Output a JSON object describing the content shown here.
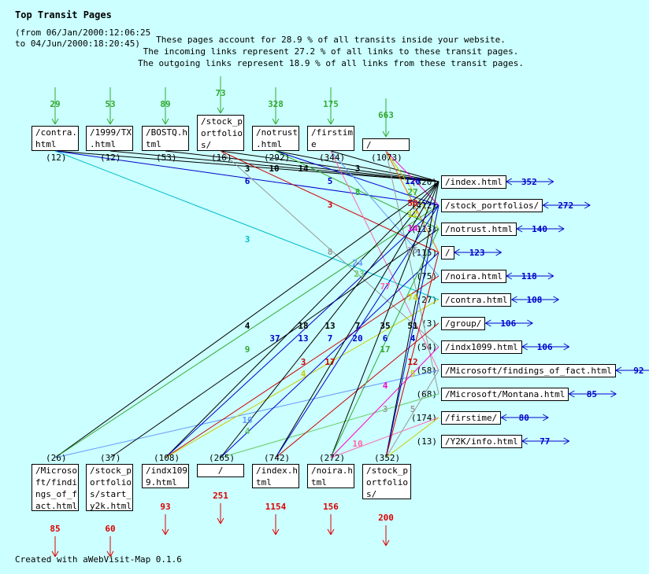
{
  "header": {
    "title": "Top Transit Pages",
    "range_line1": "(from 06/Jan/2000:12:06:25",
    "range_line2": "to 04/Jun/2000:18:20:45)",
    "summary_line1": "These pages account for 28.9 % of all transits inside your website.",
    "summary_line2": "The incoming links represent 27.2 % of all links to these transit pages.",
    "summary_line3": "The outgoing links represent 18.9 % of all links from these transit pages."
  },
  "footer": {
    "credit": "Created with aWebVisit-Map 0.1.6"
  },
  "colors": {
    "background": "#ccffff",
    "in_arrow": "#33aa33",
    "out_arrow": "#dd0000",
    "right_arrow": "#0000cc"
  },
  "top_nodes": [
    {
      "label": "/contra.\nhtml",
      "count": "(12)",
      "in": "29"
    },
    {
      "label": "/1999/TX\n.html",
      "count": "(12)",
      "in": "53"
    },
    {
      "label": "/BOSTQ.h\ntml",
      "count": "(53)",
      "in": "89"
    },
    {
      "label": "/stock_p\nortfolio\ns/",
      "count": "(16)",
      "in": "73"
    },
    {
      "label": "/notrust\n.html",
      "count": "(292)",
      "in": "328"
    },
    {
      "label": "/firstim\ne",
      "count": "(344)",
      "in": "175"
    },
    {
      "label": "/",
      "count": "(1073)",
      "in": "663"
    }
  ],
  "bottom_nodes": [
    {
      "label": "/Microso\nft/findi\nngs_of_f\nact.html",
      "count": "(26)",
      "out": "85"
    },
    {
      "label": "/stock_p\nortfolio\ns/start_\ny2k.html",
      "count": "(37)",
      "out": "60"
    },
    {
      "label": "/indx109\n9.html",
      "count": "(108)",
      "out": "93"
    },
    {
      "label": "/",
      "count": "(265)",
      "out": "251"
    },
    {
      "label": "/index.h\ntml",
      "count": "(742)",
      "out": "1154"
    },
    {
      "label": "/noira.h\ntml",
      "count": "(272)",
      "out": "156"
    },
    {
      "label": "/stock_p\nortfolio\ns/",
      "count": "(352)",
      "out": "200"
    }
  ],
  "right_nodes": [
    {
      "label": "/index.html",
      "count": "(320)",
      "out": "352"
    },
    {
      "label": "/stock_portfolios/",
      "count": "(412)",
      "out": "272"
    },
    {
      "label": "/notrust.html",
      "count": "(113)",
      "out": "140"
    },
    {
      "label": "/",
      "count": "(115)",
      "out": "123"
    },
    {
      "label": "/noira.html",
      "count": "(75)",
      "out": "118"
    },
    {
      "label": "/contra.html",
      "count": "(27)",
      "out": "108"
    },
    {
      "label": "/group/",
      "count": "(3)",
      "out": "106"
    },
    {
      "label": "/indx1099.html",
      "count": "(54)",
      "out": "106"
    },
    {
      "label": "/Microsoft/findings_of_fact.html",
      "count": "(58)",
      "out": "92"
    },
    {
      "label": "/Microsoft/Montana.html",
      "count": "(68)",
      "out": "85"
    },
    {
      "label": "/firstime/",
      "count": "(174)",
      "out": "80"
    },
    {
      "label": "/Y2K/info.html",
      "count": "(13)",
      "out": "77"
    }
  ],
  "edge_labels": [
    {
      "text": "3",
      "color": "#000000"
    },
    {
      "text": "10",
      "color": "#000000"
    },
    {
      "text": "14",
      "color": "#000000"
    },
    {
      "text": "3",
      "color": "#000000"
    },
    {
      "text": "120",
      "color": "#0000cc"
    },
    {
      "text": "6",
      "color": "#0000cc"
    },
    {
      "text": "5",
      "color": "#0000cc"
    },
    {
      "text": "8",
      "color": "#33aa33"
    },
    {
      "text": "27",
      "color": "#33aa33"
    },
    {
      "text": "3",
      "color": "#cc0000"
    },
    {
      "text": "50",
      "color": "#cc0000"
    },
    {
      "text": "12",
      "color": "#cccc00"
    },
    {
      "text": "14",
      "color": "#ff00cc"
    },
    {
      "text": "3",
      "color": "#00bbcc"
    },
    {
      "text": "8",
      "color": "#999999"
    },
    {
      "text": "24",
      "color": "#6699ff"
    },
    {
      "text": "25",
      "color": "#999999"
    },
    {
      "text": "23",
      "color": "#66cc66"
    },
    {
      "text": "77",
      "color": "#ff66aa"
    },
    {
      "text": "74",
      "color": "#cccc00"
    },
    {
      "text": "4",
      "color": "#000000"
    },
    {
      "text": "18",
      "color": "#000000"
    },
    {
      "text": "13",
      "color": "#000000"
    },
    {
      "text": "7",
      "color": "#000000"
    },
    {
      "text": "35",
      "color": "#000000"
    },
    {
      "text": "51",
      "color": "#000000"
    },
    {
      "text": "37",
      "color": "#0000cc"
    },
    {
      "text": "13",
      "color": "#0000cc"
    },
    {
      "text": "7",
      "color": "#0000cc"
    },
    {
      "text": "20",
      "color": "#0000cc"
    },
    {
      "text": "6",
      "color": "#0000cc"
    },
    {
      "text": "4",
      "color": "#0000cc"
    },
    {
      "text": "9",
      "color": "#33aa33"
    },
    {
      "text": "17",
      "color": "#33aa33"
    },
    {
      "text": "3",
      "color": "#cc0000"
    },
    {
      "text": "17",
      "color": "#cc0000"
    },
    {
      "text": "12",
      "color": "#cc0000"
    },
    {
      "text": "4",
      "color": "#cccc00"
    },
    {
      "text": "5",
      "color": "#cccc00"
    },
    {
      "text": "4",
      "color": "#ff00cc"
    },
    {
      "text": "10",
      "color": "#6699ff"
    },
    {
      "text": "3",
      "color": "#999999"
    },
    {
      "text": "5",
      "color": "#999999"
    },
    {
      "text": "4",
      "color": "#66cc66"
    },
    {
      "text": "10",
      "color": "#ff66aa"
    }
  ]
}
